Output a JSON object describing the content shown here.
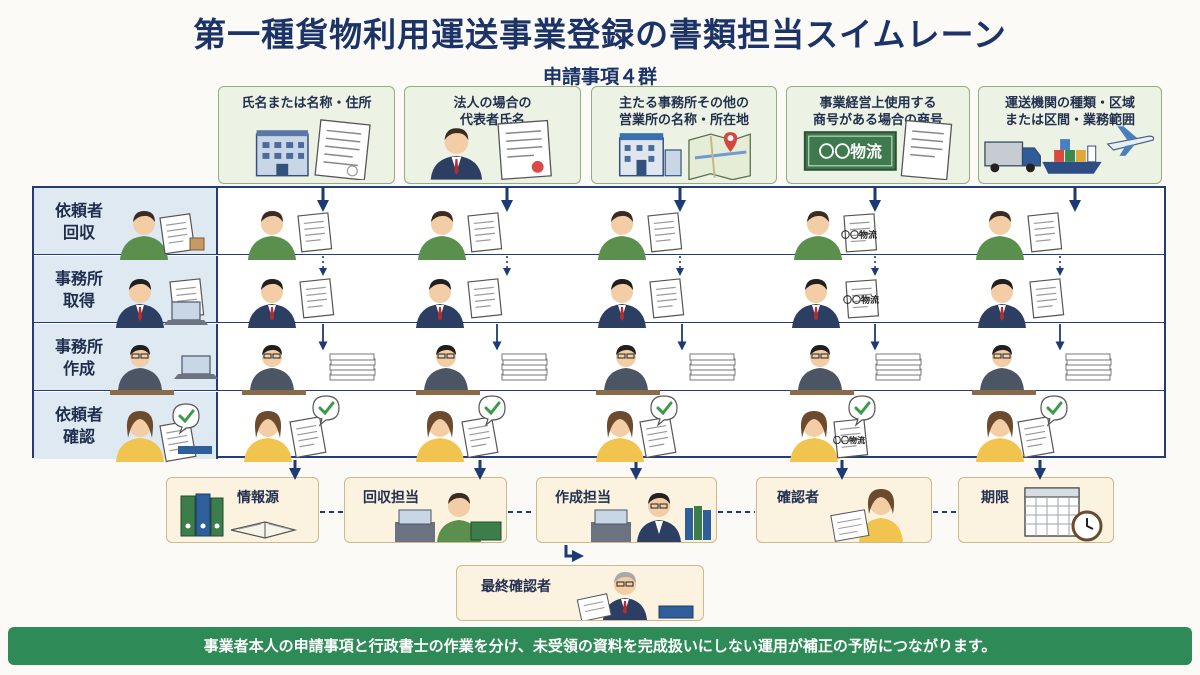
{
  "title": "第一種貨物利用運送事業登録の書類担当スイムレーン",
  "subtitle": "申請事項４群",
  "items": [
    {
      "label": "氏名または名称・住所"
    },
    {
      "label": "法人の場合の\n代表者氏名"
    },
    {
      "label": "主たる事務所その他の\n営業所の名称・所在地"
    },
    {
      "label": "事業経営上使用する\n商号がある場合の商号",
      "sign_text": "〇〇物流"
    },
    {
      "label": "運送機関の種類・区域\nまたは区間・業務範囲"
    }
  ],
  "lanes": [
    {
      "label": "依頼者\n回収"
    },
    {
      "label": "事務所\n取得"
    },
    {
      "label": "事務所\n作成"
    },
    {
      "label": "依頼者\n確認"
    }
  ],
  "doc_stamp_text": "〇〇物流",
  "roles": [
    {
      "label": "情報源"
    },
    {
      "label": "回収担当"
    },
    {
      "label": "作成担当"
    },
    {
      "label": "確認者"
    },
    {
      "label": "期限"
    },
    {
      "label": "最終確認者"
    }
  ],
  "footer": "事業者本人の申請事項と行政書士の作業を分け、未受領の資料を完成扱いにしない運用が補正の予防につながります。",
  "colors": {
    "navy": "#1b3367",
    "lane_border": "#243c79",
    "item_bg": "#edf3e4",
    "role_bg": "#fbf3df",
    "footer_bg": "#2e8a56",
    "check_green": "#3a9a47"
  }
}
